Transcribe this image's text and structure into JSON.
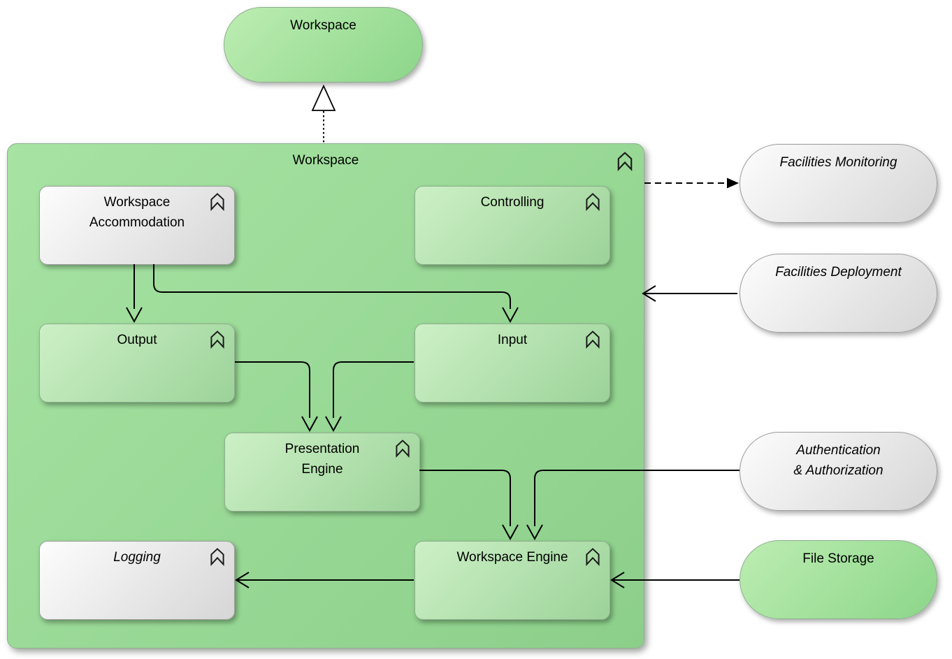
{
  "nodes": {
    "workspace_service": {
      "label": "Workspace"
    },
    "workspace_container": {
      "label": "Workspace"
    },
    "workspace_accommodation": {
      "label": "Workspace\nAccommodation"
    },
    "controlling": {
      "label": "Controlling"
    },
    "output": {
      "label": "Output"
    },
    "input": {
      "label": "Input"
    },
    "presentation_engine": {
      "label": "Presentation\nEngine"
    },
    "logging": {
      "label": "Logging"
    },
    "workspace_engine": {
      "label": "Workspace Engine"
    },
    "facilities_monitoring": {
      "label": "Facilities Monitoring"
    },
    "facilities_deployment": {
      "label": "Facilities Deployment"
    },
    "authentication_authorization": {
      "label": "Authentication\n& Authorization"
    },
    "file_storage": {
      "label": "File Storage"
    }
  },
  "connections": [
    {
      "from": "workspace_container",
      "to": "workspace_service",
      "line": "dotted",
      "arrow": "hollow-triangle",
      "type": "realization"
    },
    {
      "from": "workspace_accommodation",
      "to": "output",
      "line": "solid",
      "arrow": "open"
    },
    {
      "from": "workspace_accommodation",
      "to": "input",
      "line": "solid",
      "arrow": "open"
    },
    {
      "from": "output",
      "to": "presentation_engine",
      "line": "solid",
      "arrow": "open"
    },
    {
      "from": "input",
      "to": "presentation_engine",
      "line": "solid",
      "arrow": "open"
    },
    {
      "from": "presentation_engine",
      "to": "workspace_engine",
      "line": "solid",
      "arrow": "open"
    },
    {
      "from": "authentication_authorization",
      "to": "workspace_engine",
      "line": "solid",
      "arrow": "open"
    },
    {
      "from": "file_storage",
      "to": "workspace_engine",
      "line": "solid",
      "arrow": "open"
    },
    {
      "from": "workspace_engine",
      "to": "logging",
      "line": "solid",
      "arrow": "open"
    },
    {
      "from": "workspace_container",
      "to": "facilities_monitoring",
      "line": "dashed",
      "arrow": "filled-triangle"
    },
    {
      "from": "facilities_deployment",
      "to": "workspace_container",
      "line": "solid",
      "arrow": "open"
    }
  ],
  "colors": {
    "container_light": "#a7e3a3",
    "container_dark": "#8ccf8a",
    "box_green_light": "#cdf0c6",
    "box_green_dark": "#9cd399",
    "capsule_green_light": "#bdedb2",
    "capsule_green_dark": "#8cd68a",
    "gray_light": "#fdfdfd",
    "gray_dark": "#d6d6d6",
    "border_green": "#8fae8f",
    "border_gray": "#9e9e9e",
    "line_color": "#000000"
  }
}
